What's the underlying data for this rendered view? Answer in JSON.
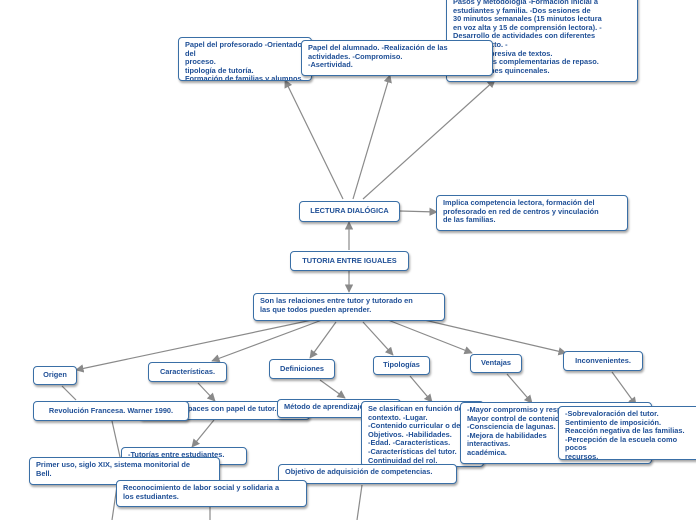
{
  "colors": {
    "node_border": "#3a6fa6",
    "node_text": "#1f4f96",
    "edge": "#8a8a8a"
  },
  "nodes": {
    "tutoria": "TUTORIA ENTRE IGUALES",
    "lectura": "LECTURA DIALÓGICA",
    "papel_profesorado": "Papel del profesorado -Orientador del\nproceso.\ntipología de tutoría.\nFormación de familias y alumnos.",
    "papel_alumnado": "Papel del alumnado. -Realización de las\nactividades.                          -Compromiso.\n-Asertividad.",
    "pasos": "Pasos y Metodología   -Formación inicial a\nestudiantes y familia.       -Dos sesiones de\n30 minutos semanales (15 minutos lectura\nen voz alta y 15 de comprensión lectora).   -\nDesarrollo de actividades con diferentes\ntipos de texto.                                    -\nLectura expresiva de textos.\n-Actividades complementarias de repaso.\n-Evaluaciones quincenales.",
    "implica": "Implica competencia lectora, formación del\nprofesorado en red de centros y vinculación\nde las familias.",
    "relaciones": "Son las relaciones entre tutor y tutorado en\nlas que todos pueden aprender.",
    "origen": "Origen",
    "caracteristicas": "Características.",
    "definiciones": "Definiciones",
    "tipologias": "Tipologías",
    "ventajas": "Ventajas",
    "inconvenientes": "Inconvenientes.",
    "revolucion": "Revolución Francesa. Warner 1990.",
    "capaces": "Alumnos capaces con papel de tutor.",
    "metodo": "Método de aprendizaje.",
    "clasifican": "Se clasifican en función del\ncontexto.           -Lugar.\n-Contenido curricular o de\nObjetivos.           -Habilidades.\n-Edad.              -Características.\n-Características del tutor.\nContinuidad del rol.",
    "mayor": "-Mayor compromiso y responsabilidad.\nMayor control de contenidos.\n-Consciencia de lagunas.\n-Mejora de habilidades\ninteractivas.\nacadémica.",
    "sobre": "-Sobrevaloración del tutor.\nSentimiento de imposición.\nReacción negativa de las familias.\n-Percepción de la escuela como pocos\nrecursos.",
    "tutorias": "-Tutorías entre estudiantes.",
    "primer": "Primer uso, siglo XIX, sistema monitorial de\nBell.",
    "reconocimiento": "Reconocimiento de labor social y solidaria a\nlos estudiantes.",
    "objetivo": "Objetivo de adquisición de competencias."
  }
}
